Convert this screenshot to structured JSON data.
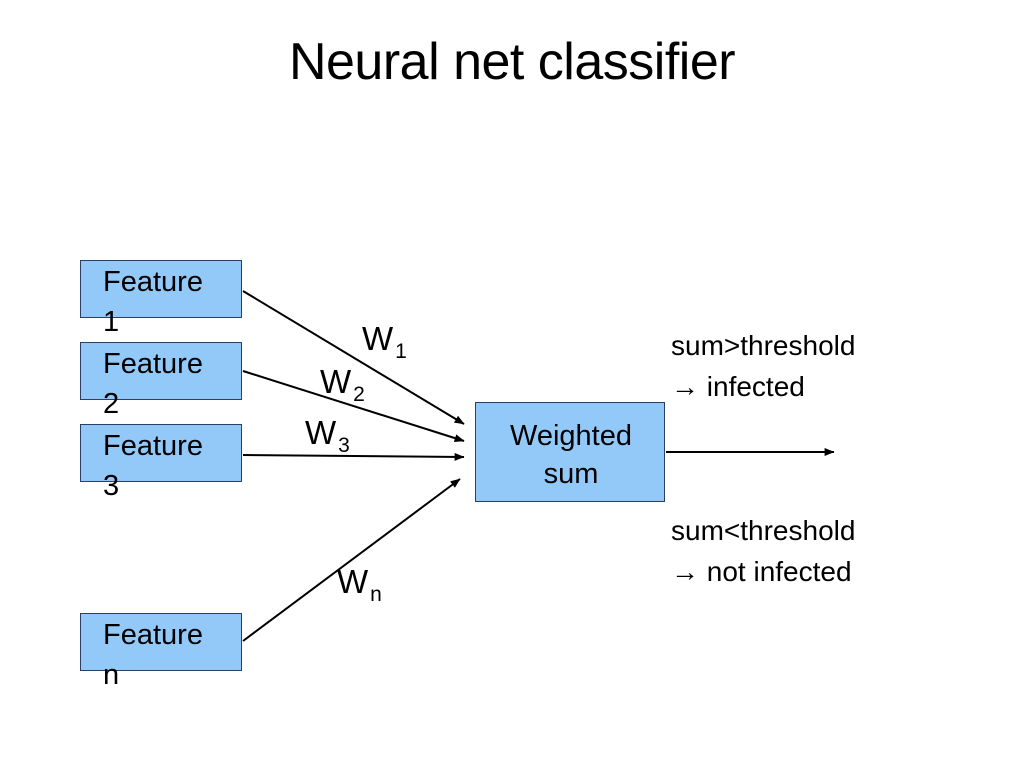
{
  "slide": {
    "title": "Neural net classifier",
    "background_color": "#FFFFFF",
    "text_color": "#000000"
  },
  "theme": {
    "node_fill": "#93C9F9",
    "node_border": "#2B3E63",
    "connector_color": "#000000"
  },
  "diagram": {
    "type": "neural-network-perceptron",
    "inputs": [
      {
        "id": "feature-1",
        "label": "Feature\n1",
        "weight_label": "W",
        "weight_subscript": "1"
      },
      {
        "id": "feature-2",
        "label": "Feature\n2",
        "weight_label": "W",
        "weight_subscript": "2"
      },
      {
        "id": "feature-3",
        "label": "Feature\n3",
        "weight_label": "W",
        "weight_subscript": "3"
      },
      {
        "id": "feature-n",
        "label": "Feature\nn",
        "weight_label": "W",
        "weight_subscript": "n"
      }
    ],
    "processor": {
      "id": "weighted-sum",
      "label": "Weighted\nsum"
    },
    "outcomes": [
      {
        "id": "positive",
        "text": "sum>threshold\n→ infected"
      },
      {
        "id": "negative",
        "text": "sum<threshold\n→ not infected"
      }
    ]
  }
}
